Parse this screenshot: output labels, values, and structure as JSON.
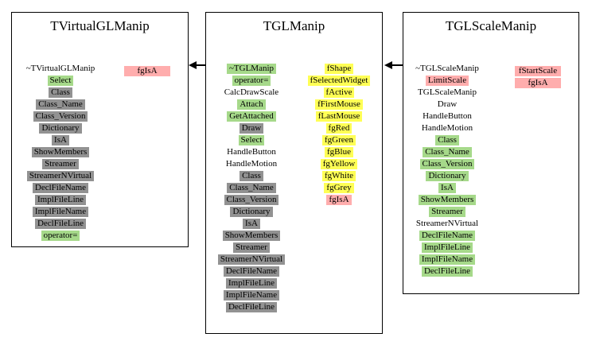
{
  "colors": {
    "green": "#a6d98a",
    "gray": "#929292",
    "yellow": "#ffff55",
    "pink": "#ffadad",
    "white": "#ffffff"
  },
  "classes": [
    {
      "title": "TVirtualGLManip",
      "members": [
        {
          "label": "~TVirtualGLManip",
          "color": "white"
        },
        {
          "label": "Select",
          "color": "green"
        },
        {
          "label": "Class",
          "color": "gray"
        },
        {
          "label": "Class_Name",
          "color": "gray"
        },
        {
          "label": "Class_Version",
          "color": "gray"
        },
        {
          "label": "Dictionary",
          "color": "gray"
        },
        {
          "label": "IsA",
          "color": "gray"
        },
        {
          "label": "ShowMembers",
          "color": "gray"
        },
        {
          "label": "Streamer",
          "color": "gray"
        },
        {
          "label": "StreamerNVirtual",
          "color": "gray"
        },
        {
          "label": "DeclFileName",
          "color": "gray"
        },
        {
          "label": "ImplFileLine",
          "color": "gray"
        },
        {
          "label": "ImplFileName",
          "color": "gray"
        },
        {
          "label": "DeclFileLine",
          "color": "gray"
        },
        {
          "label": "operator=",
          "color": "green"
        }
      ],
      "side_members": [
        {
          "label": "fgIsA",
          "color": "pink"
        }
      ]
    },
    {
      "title": "TGLManip",
      "members": [
        {
          "label": "~TGLManip",
          "color": "green"
        },
        {
          "label": "operator=",
          "color": "green"
        },
        {
          "label": "CalcDrawScale",
          "color": "white"
        },
        {
          "label": "Attach",
          "color": "green"
        },
        {
          "label": "GetAttached",
          "color": "green"
        },
        {
          "label": "Draw",
          "color": "gray"
        },
        {
          "label": "Select",
          "color": "green"
        },
        {
          "label": "HandleButton",
          "color": "white"
        },
        {
          "label": "HandleMotion",
          "color": "white"
        },
        {
          "label": "Class",
          "color": "gray"
        },
        {
          "label": "Class_Name",
          "color": "gray"
        },
        {
          "label": "Class_Version",
          "color": "gray"
        },
        {
          "label": "Dictionary",
          "color": "gray"
        },
        {
          "label": "IsA",
          "color": "gray"
        },
        {
          "label": "ShowMembers",
          "color": "gray"
        },
        {
          "label": "Streamer",
          "color": "gray"
        },
        {
          "label": "StreamerNVirtual",
          "color": "gray"
        },
        {
          "label": "DeclFileName",
          "color": "gray"
        },
        {
          "label": "ImplFileLine",
          "color": "gray"
        },
        {
          "label": "ImplFileName",
          "color": "gray"
        },
        {
          "label": "DeclFileLine",
          "color": "gray"
        }
      ],
      "side_members": [
        {
          "label": "fShape",
          "color": "yellow"
        },
        {
          "label": "fSelectedWidget",
          "color": "yellow"
        },
        {
          "label": "fActive",
          "color": "yellow"
        },
        {
          "label": "fFirstMouse",
          "color": "yellow"
        },
        {
          "label": "fLastMouse",
          "color": "yellow"
        },
        {
          "label": "fgRed",
          "color": "yellow"
        },
        {
          "label": "fgGreen",
          "color": "yellow"
        },
        {
          "label": "fgBlue",
          "color": "yellow"
        },
        {
          "label": "fgYellow",
          "color": "yellow"
        },
        {
          "label": "fgWhite",
          "color": "yellow"
        },
        {
          "label": "fgGrey",
          "color": "yellow"
        },
        {
          "label": "fgIsA",
          "color": "pink"
        }
      ]
    },
    {
      "title": "TGLScaleManip",
      "members": [
        {
          "label": "~TGLScaleManip",
          "color": "white"
        },
        {
          "label": "LimitScale",
          "color": "pink"
        },
        {
          "label": "TGLScaleManip",
          "color": "white"
        },
        {
          "label": "Draw",
          "color": "white"
        },
        {
          "label": "HandleButton",
          "color": "white"
        },
        {
          "label": "HandleMotion",
          "color": "white"
        },
        {
          "label": "Class",
          "color": "green"
        },
        {
          "label": "Class_Name",
          "color": "green"
        },
        {
          "label": "Class_Version",
          "color": "green"
        },
        {
          "label": "Dictionary",
          "color": "green"
        },
        {
          "label": "IsA",
          "color": "green"
        },
        {
          "label": "ShowMembers",
          "color": "green"
        },
        {
          "label": "Streamer",
          "color": "green"
        },
        {
          "label": "StreamerNVirtual",
          "color": "white"
        },
        {
          "label": "DeclFileName",
          "color": "green"
        },
        {
          "label": "ImplFileLine",
          "color": "green"
        },
        {
          "label": "ImplFileName",
          "color": "green"
        },
        {
          "label": "DeclFileLine",
          "color": "green"
        }
      ],
      "side_members": [
        {
          "label": "fStartScale",
          "color": "pink"
        },
        {
          "label": "fgIsA",
          "color": "pink"
        }
      ]
    }
  ]
}
